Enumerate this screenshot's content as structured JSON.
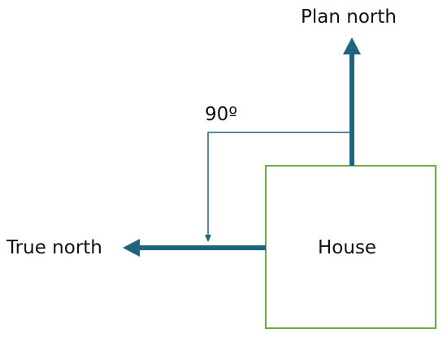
{
  "labels": {
    "plan_north": "Plan north",
    "true_north": "True north",
    "angle": "90º",
    "house": "House"
  },
  "colors": {
    "arrow": "#1d6480",
    "house_border": "#6aab3e",
    "text": "#111111",
    "background": "#ffffff"
  }
}
